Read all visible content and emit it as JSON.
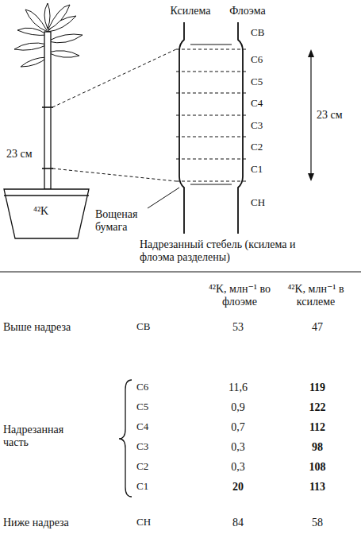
{
  "diagram": {
    "labels": [
      "Ксилема",
      "Флоэма",
      "СВ",
      "С6",
      "С5",
      "С4",
      "С3",
      "С2",
      "С1",
      "СН",
      "23 см",
      "23 см",
      "⁴²K",
      "Вощеная бумага",
      "Надрезанный стебель (ксилема и флоэма разделены)",
      "⁴²K, млн⁻¹ во флоэме",
      "⁴²K, млн⁻¹ в ксилеме",
      "Выше надреза",
      "СВ",
      "53",
      "47",
      "С6",
      "11,6",
      "119",
      "С5",
      "0,9",
      "122",
      "С4",
      "0,7",
      "112",
      "С3",
      "0,3",
      "98",
      "С2",
      "0,3",
      "108",
      "С1",
      "20",
      "113",
      "Надрезанная часть",
      "Ниже надреза",
      "СН",
      "84",
      "58"
    ]
  }
}
